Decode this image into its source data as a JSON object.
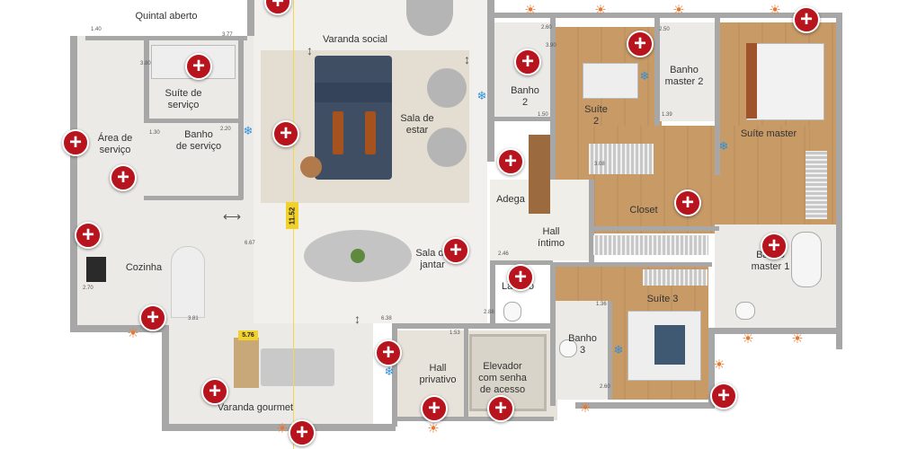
{
  "rooms": {
    "quintal_aberto": "Quintal aberto",
    "varanda_social": "Varanda social",
    "suite_servico": "Suíte de\nserviço",
    "banho_servico": "Banho\nde serviço",
    "area_servico": "Área de\nserviço",
    "sala_estar": "Sala de\nestar",
    "cozinha": "Cozinha",
    "sala_jantar": "Sala de\njantar",
    "adega": "Adega",
    "hall_intimo": "Hall\níntimo",
    "lavabo": "Lavabo",
    "banho2": "Banho\n2",
    "suite2": "Suíte\n2",
    "banho_master2": "Banho\nmaster 2",
    "suite_master": "Suíte master",
    "closet": "Closet",
    "banho_master1": "Banho\nmaster 1",
    "suite3": "Suíte 3",
    "banho3": "Banho\n3",
    "hall_privativo": "Hall\nprivativo",
    "elevador": "Elevador\ncom senha\nde acesso",
    "varanda_gourmet": "Varanda gourmet"
  },
  "dimensions": {
    "d_1152": "11.52",
    "d_576": "5.76",
    "d_377": "3.77",
    "d_380": "3.80",
    "d_220": "2.20",
    "d_140": "1.40",
    "d_130": "1.30",
    "d_260a": "2.60",
    "d_150": "1.50",
    "d_390": "3.90",
    "d_250": "2.50",
    "d_139": "1.39",
    "d_308": "3.08",
    "d_246": "2.46",
    "d_153": "1.53",
    "d_638": "6.38",
    "d_288": "2.88",
    "d_136": "1.36",
    "d_260b": "2.60",
    "d_381": "3.81",
    "d_667": "6.67",
    "d_270": "2.70"
  },
  "markers": {
    "symbol": "+",
    "color": "#b8141e"
  },
  "icons": {
    "sun": "☀",
    "ac": "❄"
  },
  "colors": {
    "wall": "#a7a7a7",
    "wood": "#c79a66",
    "tile": "#eceae6",
    "badge": "#f2d129"
  }
}
